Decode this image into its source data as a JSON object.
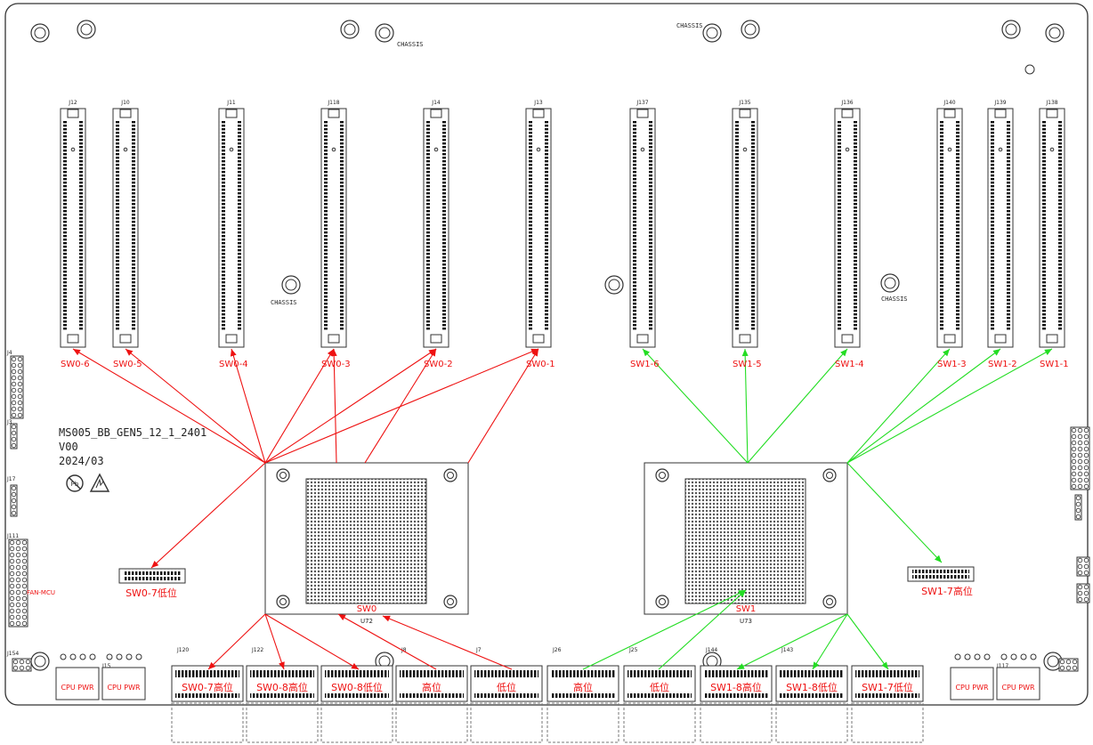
{
  "board": {
    "name": "MS005_BB_GEN5_12_1_2401",
    "version": "V00",
    "date": "2024/03",
    "chassis_label": "CHASSIS",
    "fan_label": "FAN-MCU"
  },
  "colors": {
    "sw0_link": "#ee1111",
    "sw1_link": "#22dd22",
    "label_red": "#ee1111",
    "outline": "#333333"
  },
  "switches": [
    {
      "key": "sw0",
      "label": "SW0",
      "ref": "U72"
    },
    {
      "key": "sw1",
      "label": "SW1",
      "ref": "U73"
    }
  ],
  "slots": [
    {
      "ref": "J12",
      "label": "SW0-6",
      "group": "sw0"
    },
    {
      "ref": "J10",
      "label": "SW0-5",
      "group": "sw0"
    },
    {
      "ref": "J11",
      "label": "SW0-4",
      "group": "sw0"
    },
    {
      "ref": "J118",
      "label": "SW0-3",
      "group": "sw0"
    },
    {
      "ref": "J14",
      "label": "SW0-2",
      "group": "sw0"
    },
    {
      "ref": "J13",
      "label": "SW0-1",
      "group": "sw0"
    },
    {
      "ref": "J137",
      "label": "SW1-6",
      "group": "sw1"
    },
    {
      "ref": "J135",
      "label": "SW1-5",
      "group": "sw1"
    },
    {
      "ref": "J136",
      "label": "SW1-4",
      "group": "sw1"
    },
    {
      "ref": "J140",
      "label": "SW1-3",
      "group": "sw1"
    },
    {
      "ref": "J139",
      "label": "SW1-2",
      "group": "sw1"
    },
    {
      "ref": "J138",
      "label": "SW1-1",
      "group": "sw1"
    }
  ],
  "side_connectors": [
    {
      "label": "SW0-7低位",
      "group": "sw0"
    },
    {
      "label": "SW1-7高位",
      "group": "sw1"
    }
  ],
  "bottom_connectors": [
    {
      "ref": "J120",
      "label": "SW0-7高位",
      "group": "sw0"
    },
    {
      "ref": "J122",
      "label": "SW0-8高位",
      "group": "sw0"
    },
    {
      "ref": "",
      "label": "SW0-8低位",
      "group": "sw0"
    },
    {
      "ref": "J8",
      "label": "高位",
      "group": "sw0"
    },
    {
      "ref": "J7",
      "label": "低位",
      "group": "sw0"
    },
    {
      "ref": "J26",
      "label": "高位",
      "group": "sw1"
    },
    {
      "ref": "J25",
      "label": "低位",
      "group": "sw1"
    },
    {
      "ref": "J144",
      "label": "SW1-8高位",
      "group": "sw1"
    },
    {
      "ref": "J143",
      "label": "SW1-8低位",
      "group": "sw1"
    },
    {
      "ref": "",
      "label": "SW1-7低位",
      "group": "sw1"
    }
  ],
  "power": [
    {
      "ref": "J15",
      "label": "CPU PWR"
    },
    {
      "ref": "",
      "label": "CPU PWR"
    },
    {
      "ref": "J117",
      "label": "CPU PWR"
    },
    {
      "ref": "",
      "label": "CPU PWR"
    }
  ],
  "left_headers": [
    {
      "ref": "J4"
    },
    {
      "ref": "J3"
    },
    {
      "ref": "J17"
    },
    {
      "ref": "J111"
    },
    {
      "ref": "J154"
    }
  ]
}
